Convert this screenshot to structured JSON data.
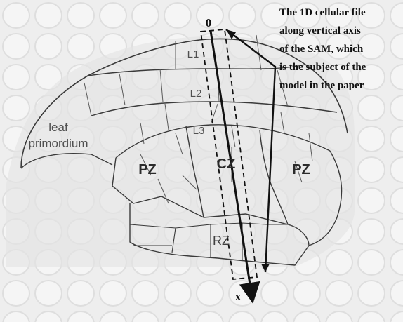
{
  "labels": {
    "layer1": "L1",
    "layer2": "L2",
    "layer3": "L3",
    "leaf_line1": "leaf",
    "leaf_line2": "primordium",
    "pz_left": "PZ",
    "cz": "CZ",
    "pz_right": "PZ",
    "rz": "RZ",
    "axis_origin": "0",
    "axis_end": "x"
  },
  "annotation": {
    "lines": [
      "The 1D cellular file",
      "along vertical axis",
      "of the SAM, which",
      "is the subject of the",
      "model in the paper"
    ]
  },
  "colors": {
    "background": "#f7f7f7",
    "tissue": "#dcdcdc",
    "cell_wall": "#b9b9b9",
    "outline": "#3a3a3a",
    "text": "#111111",
    "zone_label": "#2b2b2b",
    "layer_label": "#505050"
  }
}
